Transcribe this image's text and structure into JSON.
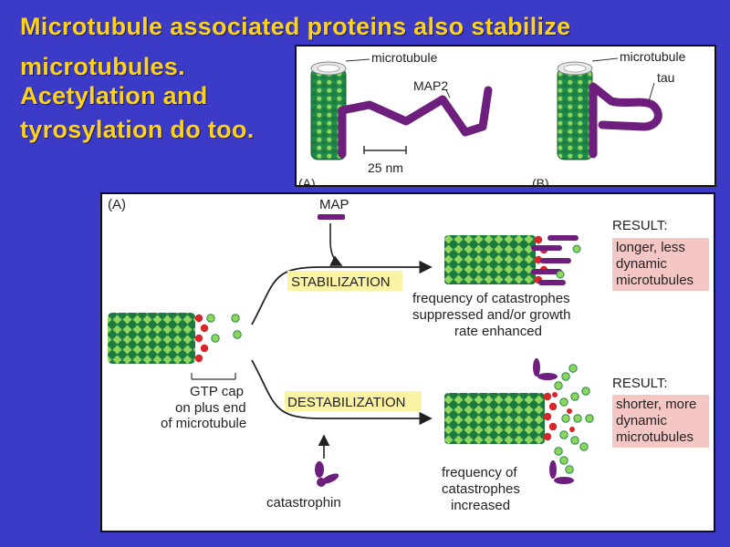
{
  "slide": {
    "title_lines": [
      "Microtubule  associated proteins also stabilize",
      "microtubules.",
      "Acetylation and",
      "tyrosylation do too."
    ]
  },
  "top_figure": {
    "panel_a": {
      "microtubule_label": "microtubule",
      "protein_label": "MAP2",
      "scale_label": "25 nm",
      "letter": "(A)"
    },
    "panel_b": {
      "microtubule_label": "microtubule",
      "protein_label": "tau",
      "letter": "(B)"
    }
  },
  "main_figure": {
    "panel_letter": "(A)",
    "map_label": "MAP",
    "stabilization_label": "STABILIZATION",
    "destabilization_label": "DESTABILIZATION",
    "gtp_cap_lines": [
      "GTP cap",
      "on plus end",
      "of microtubule"
    ],
    "catastrophin_label": "catastrophin",
    "stab_caption_lines": [
      "frequency of catastrophes",
      "suppressed and/or growth",
      "rate enhanced"
    ],
    "destab_caption_lines": [
      "frequency of",
      "catastrophes",
      "increased"
    ],
    "result_heading_1": "RESULT:",
    "result_lines_1": [
      "longer, less",
      "dynamic",
      "microtubules"
    ],
    "result_heading_2": "RESULT:",
    "result_lines_2": [
      "shorter, more",
      "dynamic",
      "microtubules"
    ]
  },
  "colors": {
    "background": "#3b3bc8",
    "title_text": "#ffd21a",
    "tubulin_dark": "#1f8a4a",
    "tubulin_light": "#8fd45c",
    "gtp_red": "#d8262a",
    "map_purple": "#6e1f7e",
    "result_box": "#f4c6c4",
    "label_highlight": "#fbf3a4"
  }
}
